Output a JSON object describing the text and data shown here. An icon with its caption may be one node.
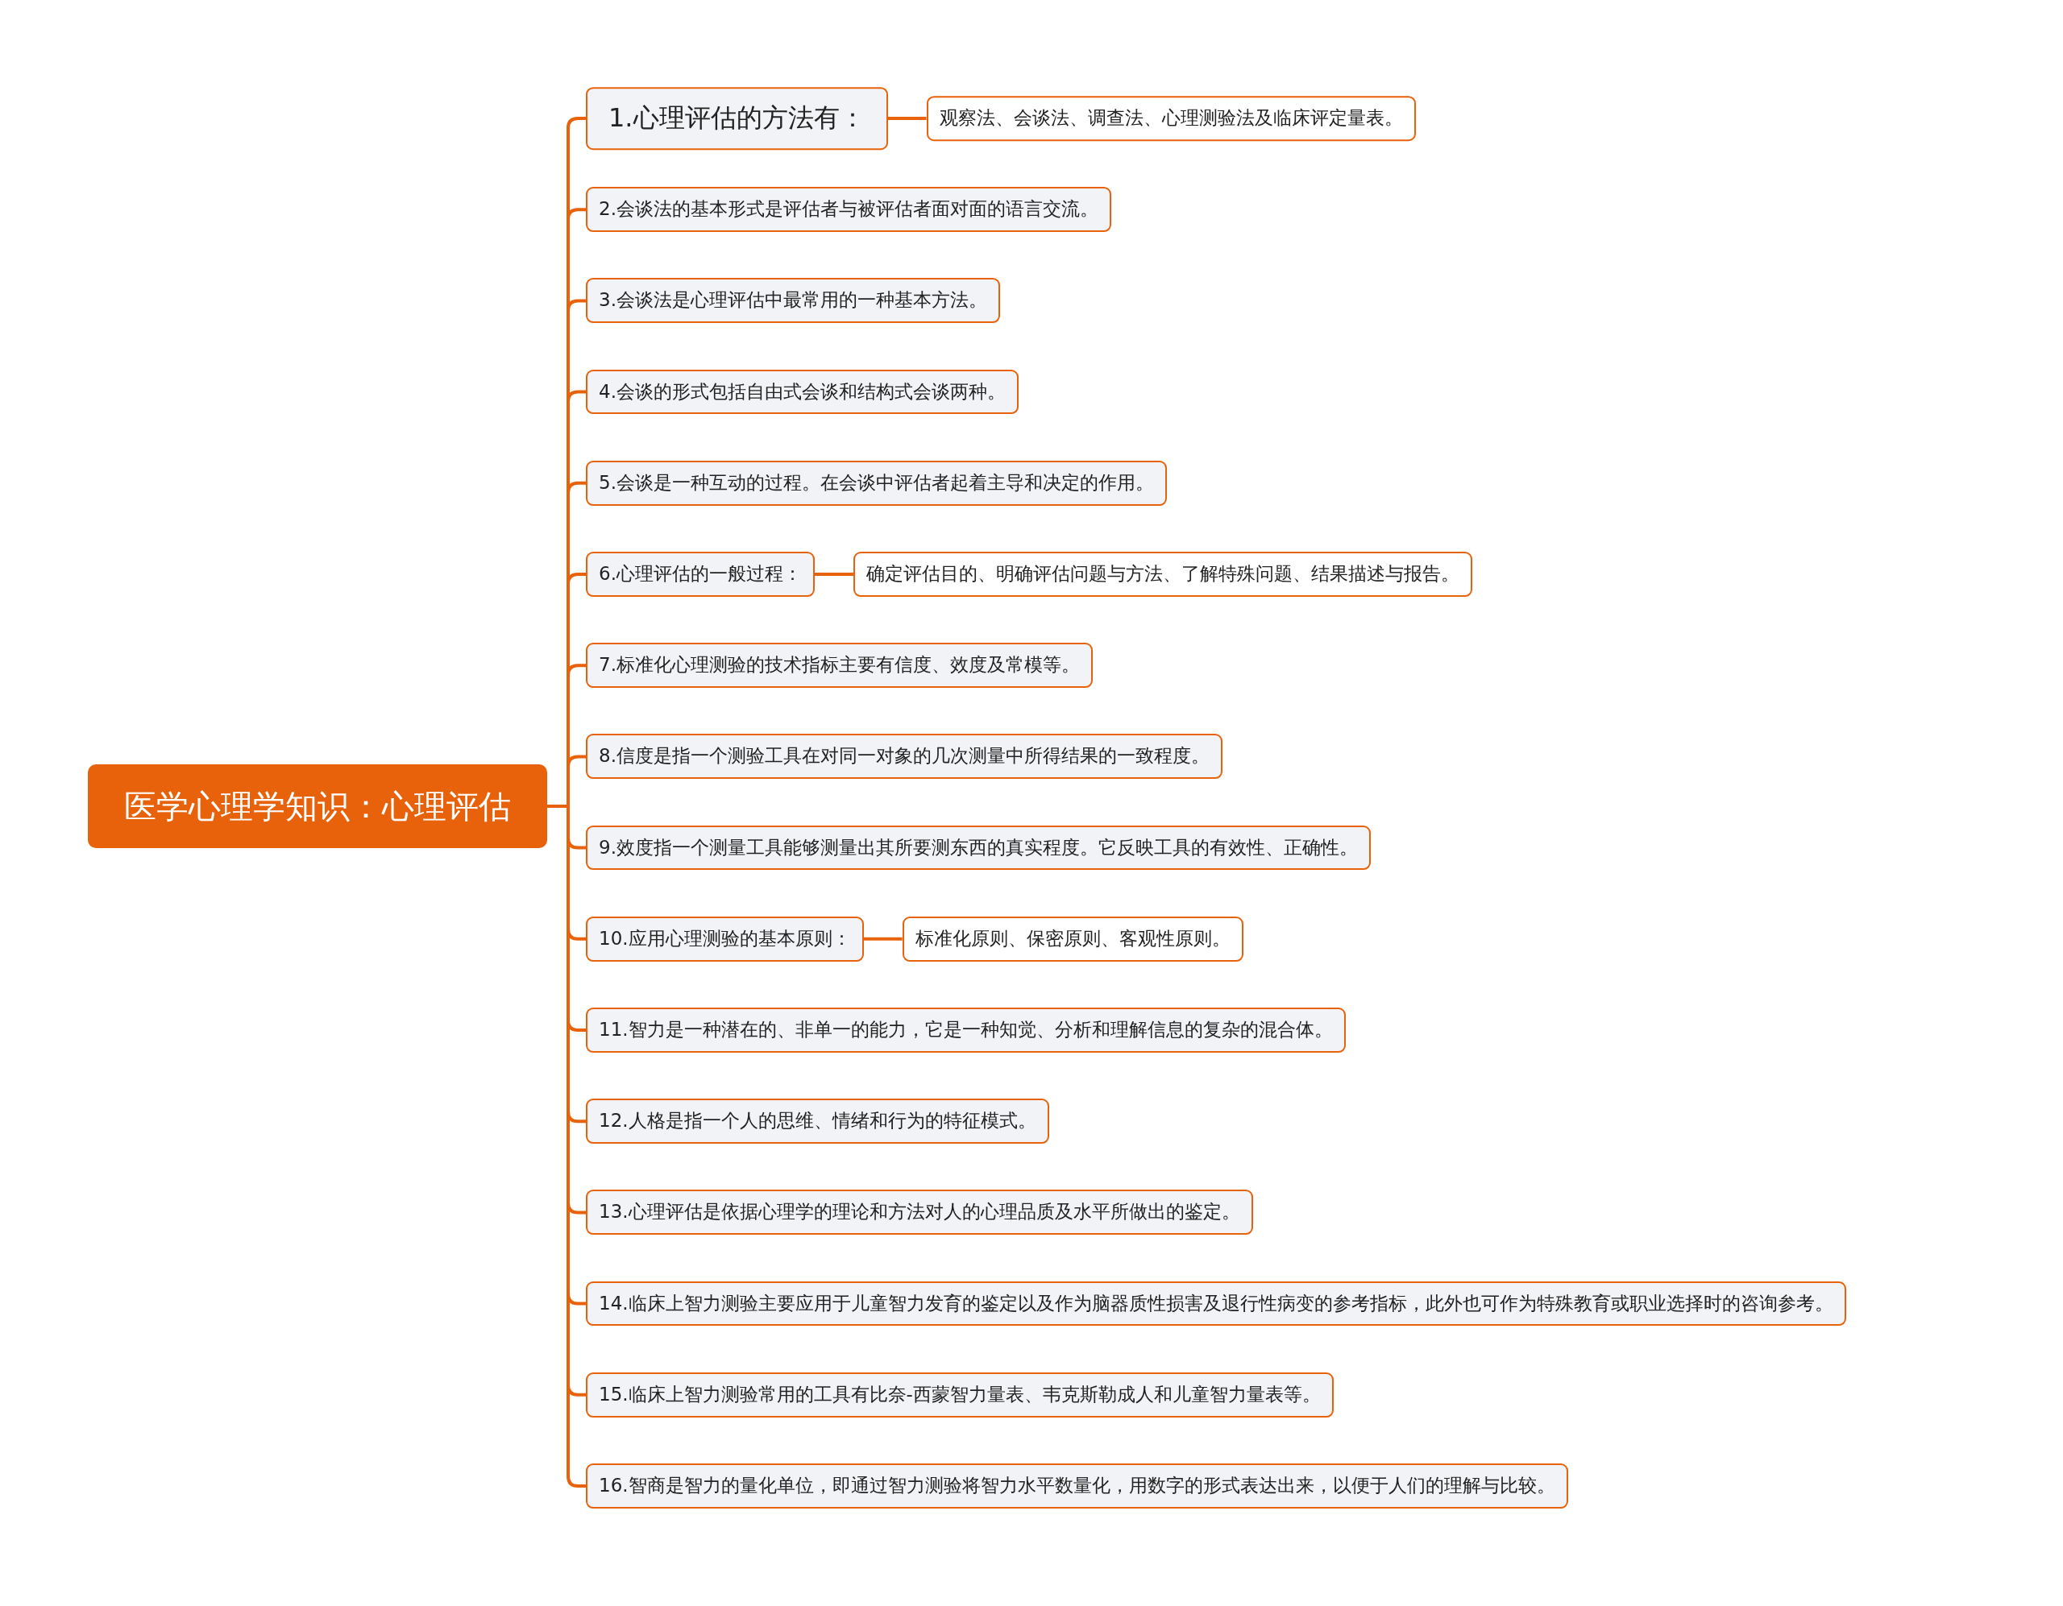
{
  "diagram": {
    "nodes": [
      {
        "text": [
          "医学心理学知识：心理评估"
        ]
      },
      {
        "text": [
          "1.心理评估的方法有："
        ]
      },
      {
        "text": [
          "观察法、会谈法、调查法、心理测验法及临床评定量表。"
        ]
      },
      {
        "text": [
          "2.会谈法的基本形式是评估者与被评估者面对面的语言交流。"
        ]
      },
      {
        "text": [
          "3.会谈法是心理评估中最常用的一种基本方法。"
        ]
      },
      {
        "text": [
          "4.会谈的形式包括自由式会谈和结构式会谈两种。"
        ]
      },
      {
        "text": [
          "5.会谈是一种互动的过程。在会谈中评估者起着主导和决定的作用。"
        ]
      },
      {
        "text": [
          "6.心理评估的一般过程："
        ]
      },
      {
        "text": [
          "确定评估目的、明确评估问题与方法、了解特殊问题、结果描述与报告。"
        ]
      },
      {
        "text": [
          "7.标准化心理测验的技术指标主要有信度、效度及常模等。"
        ]
      },
      {
        "text": [
          "8.信度是指一个测验工具在对同一对象的几次测量中所得结果的一致程度。"
        ]
      },
      {
        "text": [
          "9.效度指一个测量工具能够测量出其所要测东西的真实程度。它反映工具的有效性、正确性。"
        ]
      },
      {
        "text": [
          "10.应用心理测验的基本原则："
        ]
      },
      {
        "text": [
          "标准化原则、保密原则、客观性原则。"
        ]
      },
      {
        "text": [
          "11.智力是一种潜在的、非单一的能力，它是一种知觉、分析和理解信息的复杂的混合体。"
        ]
      },
      {
        "text": [
          "12.人格是指一个人的思维、情绪和行为的特征模式。"
        ]
      },
      {
        "text": [
          "13.心理评估是依据心理学的理论和方法对人的心理品质及水平所做出的鉴定。"
        ]
      },
      {
        "text": [
          "14.临床上智力测验主要应用于儿童智力发育的鉴定以及作为脑器质性损害及退行性病变的参考指标，此外也可作为特殊教育或职业选择时的咨询参考。"
        ]
      },
      {
        "text": [
          "15.临床上智力测验常用的工具有比奈-西蒙智力量表、韦克斯勒成人和儿童智力量表等。"
        ]
      },
      {
        "text": [
          "16.智商是智力的量化单位，即通过智力测验将智力水平数量化，用数字的形式表达出来，以便于人们的理解与比较。"
        ]
      }
    ],
    "edges": [
      {
        "from": 0,
        "to": 1,
        "arrow": "none"
      },
      {
        "from": 1,
        "to": 2,
        "arrow": "none"
      },
      {
        "from": 0,
        "to": 3,
        "arrow": "none"
      },
      {
        "from": 0,
        "to": 4,
        "arrow": "none"
      },
      {
        "from": 0,
        "to": 5,
        "arrow": "none"
      },
      {
        "from": 0,
        "to": 6,
        "arrow": "none"
      },
      {
        "from": 0,
        "to": 7,
        "arrow": "none"
      },
      {
        "from": 7,
        "to": 8,
        "arrow": "none"
      },
      {
        "from": 0,
        "to": 9,
        "arrow": "none"
      },
      {
        "from": 0,
        "to": 10,
        "arrow": "none"
      },
      {
        "from": 0,
        "to": 11,
        "arrow": "none"
      },
      {
        "from": 0,
        "to": 12,
        "arrow": "none"
      },
      {
        "from": 12,
        "to": 13,
        "arrow": "none"
      },
      {
        "from": 0,
        "to": 14,
        "arrow": "none"
      },
      {
        "from": 0,
        "to": 15,
        "arrow": "none"
      },
      {
        "from": 0,
        "to": 16,
        "arrow": "none"
      },
      {
        "from": 0,
        "to": 17,
        "arrow": "none"
      },
      {
        "from": 0,
        "to": 18,
        "arrow": "none"
      },
      {
        "from": 0,
        "to": 19,
        "arrow": "none"
      }
    ]
  }
}
